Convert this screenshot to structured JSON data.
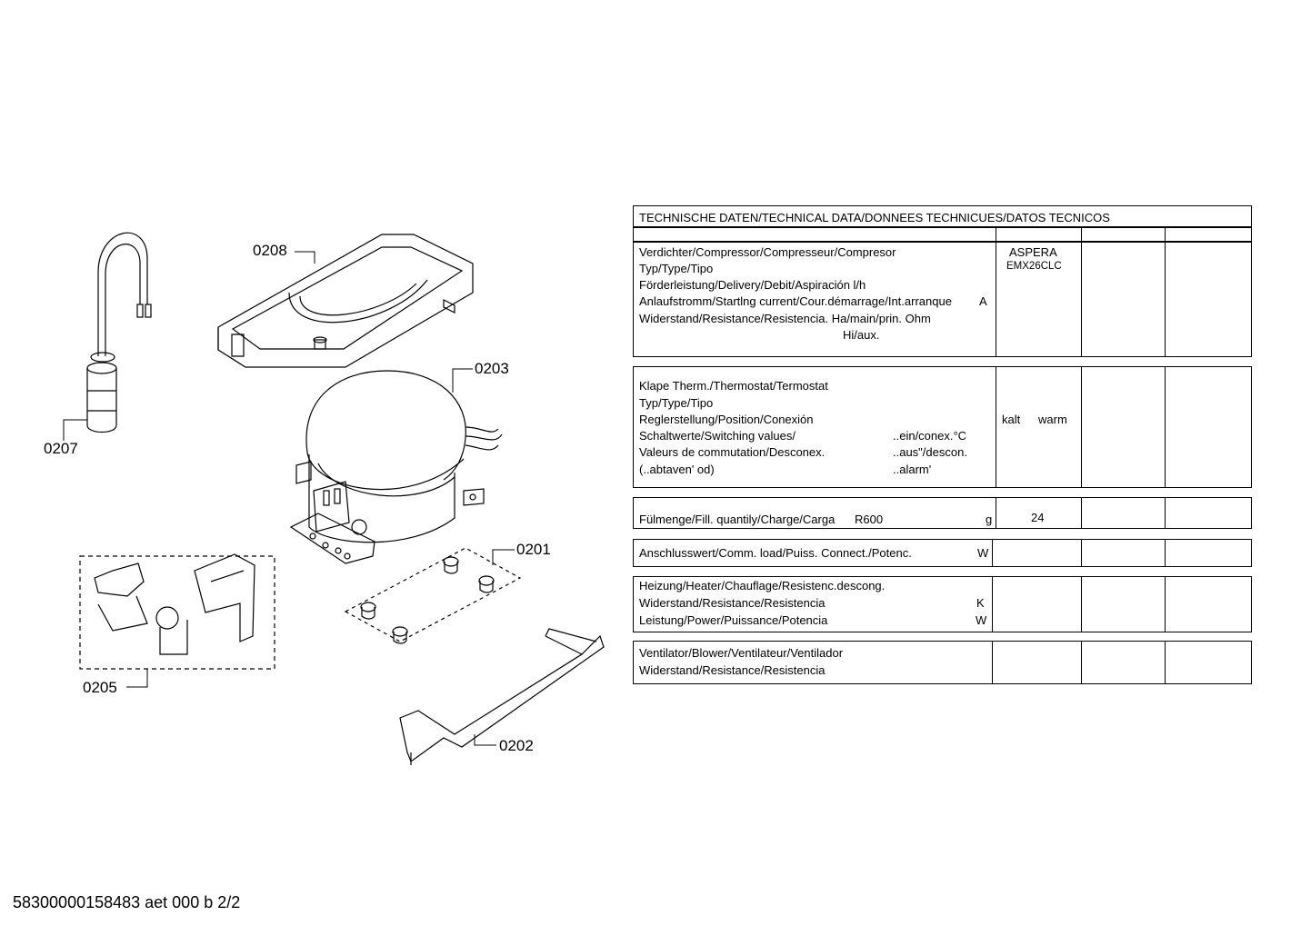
{
  "parts": {
    "p0208": "0208",
    "p0203": "0203",
    "p0207": "0207",
    "p0201": "0201",
    "p0205": "0205",
    "p0202": "0202"
  },
  "table": {
    "header": "TECHNISCHE DATEN/TECHNICAL DATA/DONNEES TECHNICUES/DATOS TECNICOS",
    "compressor": {
      "labels": [
        "Verdichter/Compressor/Compresseur/Compresor",
        "Typ/Type/Tipo",
        "Förderleistung/Delivery/Debit/Aspiración l/h",
        "Anlaufstromm/Startlng current/Cour.démarrage/Int.arranque",
        "Widerstand/Resistance/Resistencia. Ha/main/prin. Ohm",
        "Hi/aux."
      ],
      "unit_current": "A",
      "value_make": "ASPERA",
      "value_type": "EMX26CLC"
    },
    "thermostat": {
      "labels": [
        "Klape Therm./Thermostat/Termostat",
        "Typ/Type/Tipo",
        "Reglerstellung/Position/Conexión",
        "Schaltwerte/Switching values/",
        "Valeurs de commutation/Desconex.",
        "(..abtaven' od)"
      ],
      "sub": [
        "..ein/conex.°C",
        "..aus\"/descon.",
        "..alarm'"
      ],
      "pos_kalt": "kalt",
      "pos_warm": "warm"
    },
    "fill": {
      "label": "Fülmenge/Fill. quantily/Charge/Carga",
      "refrigerant": "R600",
      "unit": "g",
      "value": "24"
    },
    "load": {
      "label": "Anschlusswert/Comm. load/Puiss. Connect./Potenc.",
      "unit": "W"
    },
    "heater": {
      "labels": [
        "Heizung/Heater/Chauflage/Resistenc.descong.",
        "Widerstand/Resistance/Resistencia",
        "Leistung/Power/Puissance/Potencia"
      ],
      "units": [
        "K",
        "W"
      ]
    },
    "fan": {
      "labels": [
        "Ventilator/Blower/Ventilateur/Ventilador",
        "Widerstand/Resistance/Resistencia"
      ]
    }
  },
  "footer": "58300000158483 aet 000 b 2/2"
}
